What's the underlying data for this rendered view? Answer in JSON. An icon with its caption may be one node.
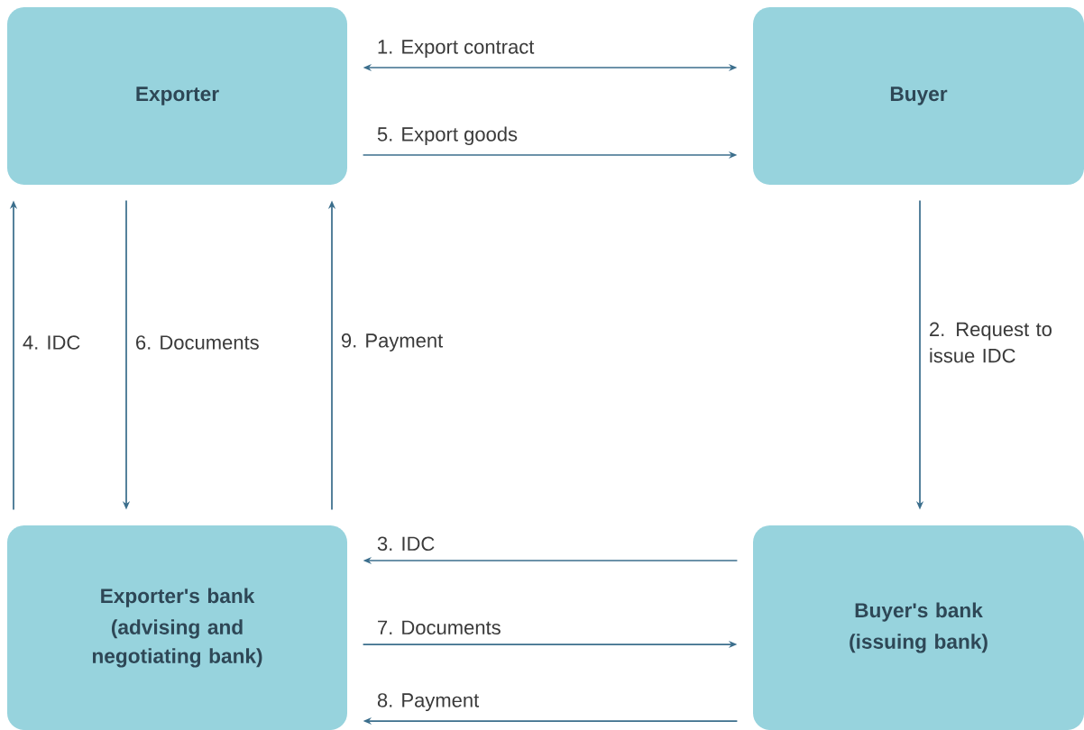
{
  "diagram": {
    "nodes": [
      {
        "text": [
          "Exporter"
        ]
      },
      {
        "text": [
          "Buyer"
        ]
      },
      {
        "text": [
          "Exporter's bank",
          "(advising and negotiating bank)"
        ]
      },
      {
        "text": [
          "Buyer's bank",
          "(issuing bank)"
        ]
      }
    ],
    "edges": [
      {
        "from": 0,
        "to": 1,
        "arrow": "both",
        "label": "1. Export contract"
      },
      {
        "from": 1,
        "to": 3,
        "arrow": "to",
        "label": "2. Request to issue IDC"
      },
      {
        "from": 3,
        "to": 2,
        "arrow": "to",
        "label": "3. IDC"
      },
      {
        "from": 2,
        "to": 0,
        "arrow": "to",
        "label": "4. IDC"
      },
      {
        "from": 0,
        "to": 1,
        "arrow": "to",
        "label": "5. Export goods"
      },
      {
        "from": 0,
        "to": 2,
        "arrow": "to",
        "label": "6. Documents"
      },
      {
        "from": 2,
        "to": 3,
        "arrow": "to",
        "label": "7. Documents"
      },
      {
        "from": 3,
        "to": 2,
        "arrow": "to",
        "label": "8. Payment"
      },
      {
        "from": 2,
        "to": 0,
        "arrow": "to",
        "label": "9. Payment"
      }
    ]
  }
}
